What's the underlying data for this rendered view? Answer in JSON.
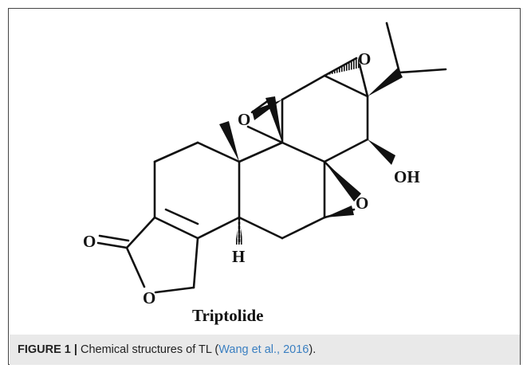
{
  "figure": {
    "compound_name": "Triptolide",
    "atom_labels": {
      "carbonyl_o": "O",
      "ring_o": "O",
      "epoxide_top_o": "O",
      "epoxide_left_o": "O",
      "epoxide_right_o": "O",
      "hydroxyl": "OH",
      "hydrogen": "H"
    }
  },
  "caption": {
    "label": "FIGURE 1 |",
    "text_before": " Chemical structures of TL (",
    "citation": "Wang et al., 2016",
    "text_after": ")."
  }
}
